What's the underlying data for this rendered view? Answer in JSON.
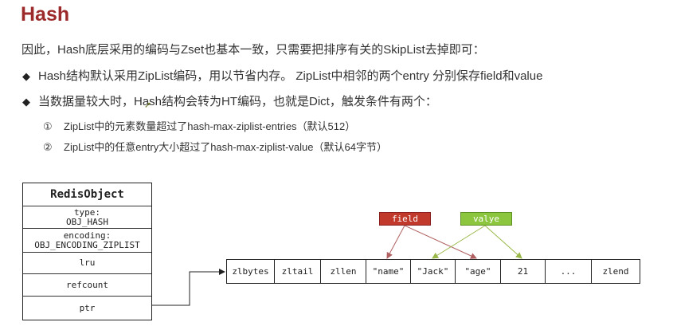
{
  "heading": "Hash",
  "intro": "因此，Hash底层采用的编码与Zset也基本一致，只需要把排序有关的SkipList去掉即可：",
  "bullets": [
    {
      "marker": "◆",
      "text": "Hash结构默认采用ZipList编码，用以节省内存。 ZipList中相邻的两个entry 分别保存field和value"
    },
    {
      "marker": "◆",
      "text": "当数据量较大时，Hash结构会转为HT编码，也就是Dict，触发条件有两个："
    }
  ],
  "sub_items": [
    {
      "num": "①",
      "text": "ZipList中的元素数量超过了hash-max-ziplist-entries（默认512）"
    },
    {
      "num": "②",
      "text": "ZipList中的任意entry大小超过了hash-max-ziplist-value（默认64字节）"
    }
  ],
  "redis_object": {
    "title": "RedisObject",
    "type_label": "type:",
    "type_value": "OBJ_HASH",
    "encoding_label": "encoding:",
    "encoding_value": "OBJ_ENCODING_ZIPLIST",
    "lru": "lru",
    "refcount": "refcount",
    "ptr": "ptr"
  },
  "ziplist": [
    "zlbytes",
    "zltail",
    "zllen",
    "\"name\"",
    "\"Jack\"",
    "\"age\"",
    "21",
    "...",
    "zlend"
  ],
  "labels": {
    "field": "field",
    "value": "valye"
  },
  "colors": {
    "heading": "#9c2a2a",
    "field_tag": "#c0392b",
    "value_tag": "#8cc63f",
    "field_arrow": "#b06060",
    "value_arrow": "#9ab94a"
  }
}
